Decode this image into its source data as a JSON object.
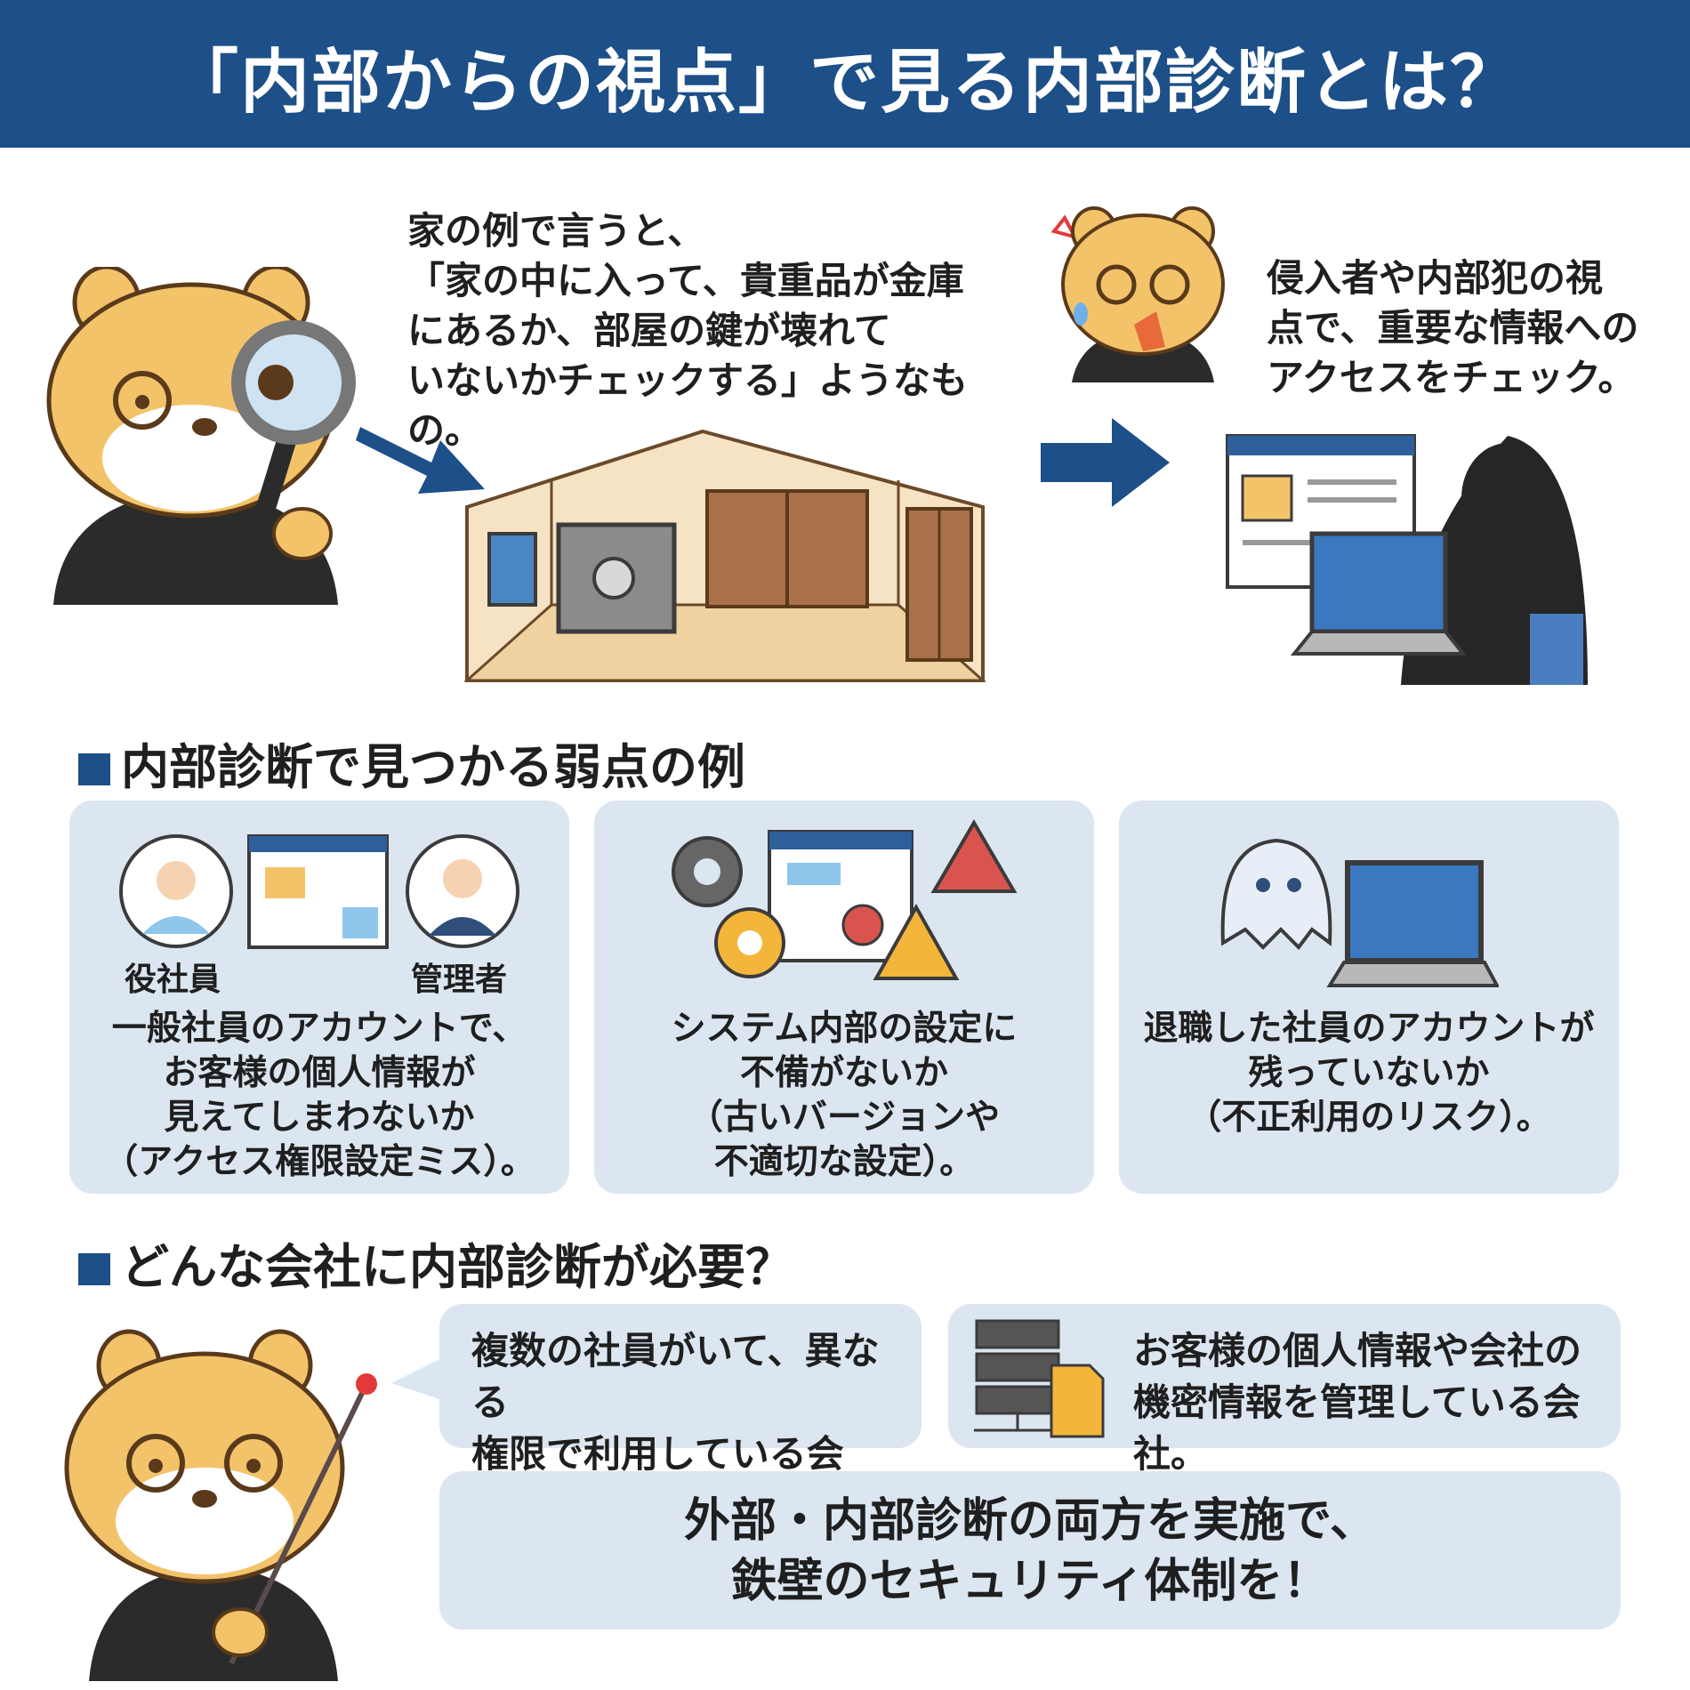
{
  "header": {
    "title": "「内部からの視点」で見る内部診断とは？"
  },
  "intro": {
    "house_lines": [
      "家の例で言うと、",
      "「家の中に入って、貴重品が金庫",
      "にあるか、部屋の鍵が壊れて",
      "いないかチェックする」ようなもの。"
    ],
    "intruder_lines": [
      "侵入者や内部犯の視",
      "点で、重要な情報への",
      "アクセスをチェック。"
    ]
  },
  "weak_section": {
    "heading": "内部診断で見つかる弱点の例",
    "cards": [
      {
        "role_left": "役社員",
        "role_right": "管理者",
        "lines": [
          "一般社員のアカウントで、",
          "お客様の個人情報が",
          "見えてしまわないか",
          "（アクセス権限設定ミス）。"
        ]
      },
      {
        "lines": [
          "システム内部の設定に",
          "不備がないか",
          "（古いバージョンや",
          "不適切な設定）。"
        ]
      },
      {
        "lines": [
          "退職した社員のアカウントが",
          "残っていないか",
          "（不正利用のリスク）。"
        ]
      }
    ]
  },
  "need_section": {
    "heading": "どんな会社に内部診断が必要？",
    "box1": [
      "複数の社員がいて、異なる",
      "権限で利用している会社。"
    ],
    "box2": [
      "お客様の個人情報や会社の",
      "機密情報を管理している会社。"
    ],
    "conclusion": [
      "外部・内部診断の両方を実施で、",
      "鉄壁のセキュリティ体制を！"
    ]
  },
  "colors": {
    "accent": "#1d4f88",
    "card_bg": "#dbe6f1",
    "mascot": "#f3c36a"
  }
}
